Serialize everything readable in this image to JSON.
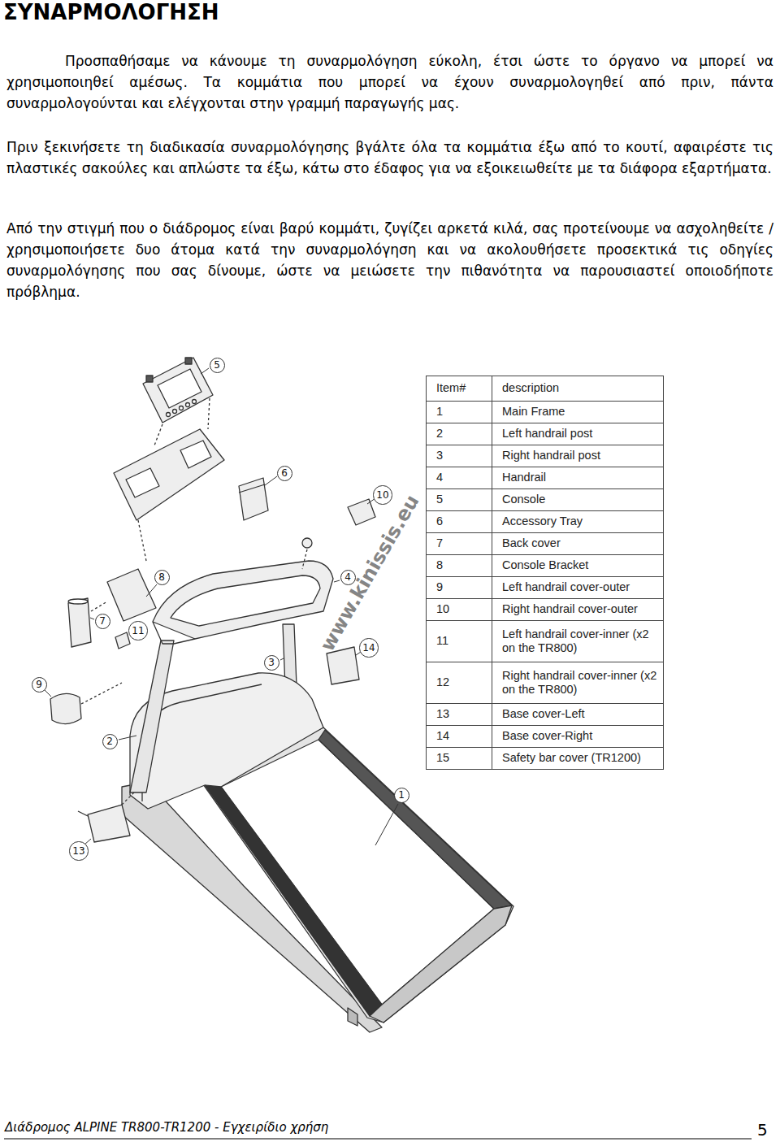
{
  "diagram": {
    "title": "ΣΥΝΑΡΜΟΛΟΓΗΣΗ",
    "nodes": [
      {
        "text": [
          "5"
        ]
      },
      {
        "text": [
          "6"
        ]
      },
      {
        "text": [
          "10"
        ]
      },
      {
        "text": [
          "8"
        ]
      },
      {
        "text": [
          "4"
        ]
      },
      {
        "text": [
          "7"
        ]
      },
      {
        "text": [
          "11"
        ]
      },
      {
        "text": [
          "14"
        ]
      },
      {
        "text": [
          "3"
        ]
      },
      {
        "text": [
          "9"
        ]
      },
      {
        "text": [
          "2"
        ]
      },
      {
        "text": [
          "1"
        ]
      },
      {
        "text": [
          "13"
        ]
      }
    ],
    "labels": [
      "Προσπαθήσαμε να κάνουμε τη συναρμολόγηση εύκολη, έτσι ώστε το όργανο να μπορεί να χρησιμοποιηθεί αμέσως. Τα κομμάτια που μπορεί να έχουν συναρμολογηθεί από πριν, πάντα συναρμολογούνται και ελέγχονται στην γραμμή παραγωγής μας.",
      "Πριν ξεκινήσετε τη διαδικασία συναρμολόγησης βγάλτε όλα τα κομμάτια έξω από το κουτί, αφαιρέστε τις πλαστικές σακούλες και απλώστε τα έξω, κάτω στο έδαφος για να εξοικειωθείτε με τα διάφορα εξαρτήματα.",
      "Από την στιγμή που ο διάδρομος είναι βαρύ κομμάτι, ζυγίζει αρκετά κιλά, σας προτείνουμε να ασχοληθείτε / χρησιμοποιήσετε δυο άτομα κατά την συναρμολόγηση και να ακολουθήσετε προσεκτικά τις οδηγίες συναρμολόγησης που σας δίνουμε, ώστε να μειώσετε την πιθανότητα να παρουσιαστεί οποιοδήποτε πρόβλημα.",
      "Item#",
      "description",
      "1",
      "Main Frame",
      "2",
      "Left handrail post",
      "3",
      "Right handrail post",
      "4",
      "Handrail",
      "5",
      "Console",
      "6",
      "Accessory Tray",
      "7",
      "Back cover",
      "8",
      "Console Bracket",
      "9",
      "Left handrail cover-outer",
      "10",
      "Right handrail cover-outer",
      "11",
      "Left handrail cover-inner (x2 on the TR800)",
      "12",
      "Right handrail cover-inner (x2 on the TR800)",
      "13",
      "Base cover-Left",
      "14",
      "Base cover-Right",
      "15",
      "Safety bar cover (TR1200)",
      "www.kinissis.eu",
      "Διάδρομος ALPINE TR800-TR1200 - Εγχειρίδιο χρήση",
      "5"
    ]
  }
}
